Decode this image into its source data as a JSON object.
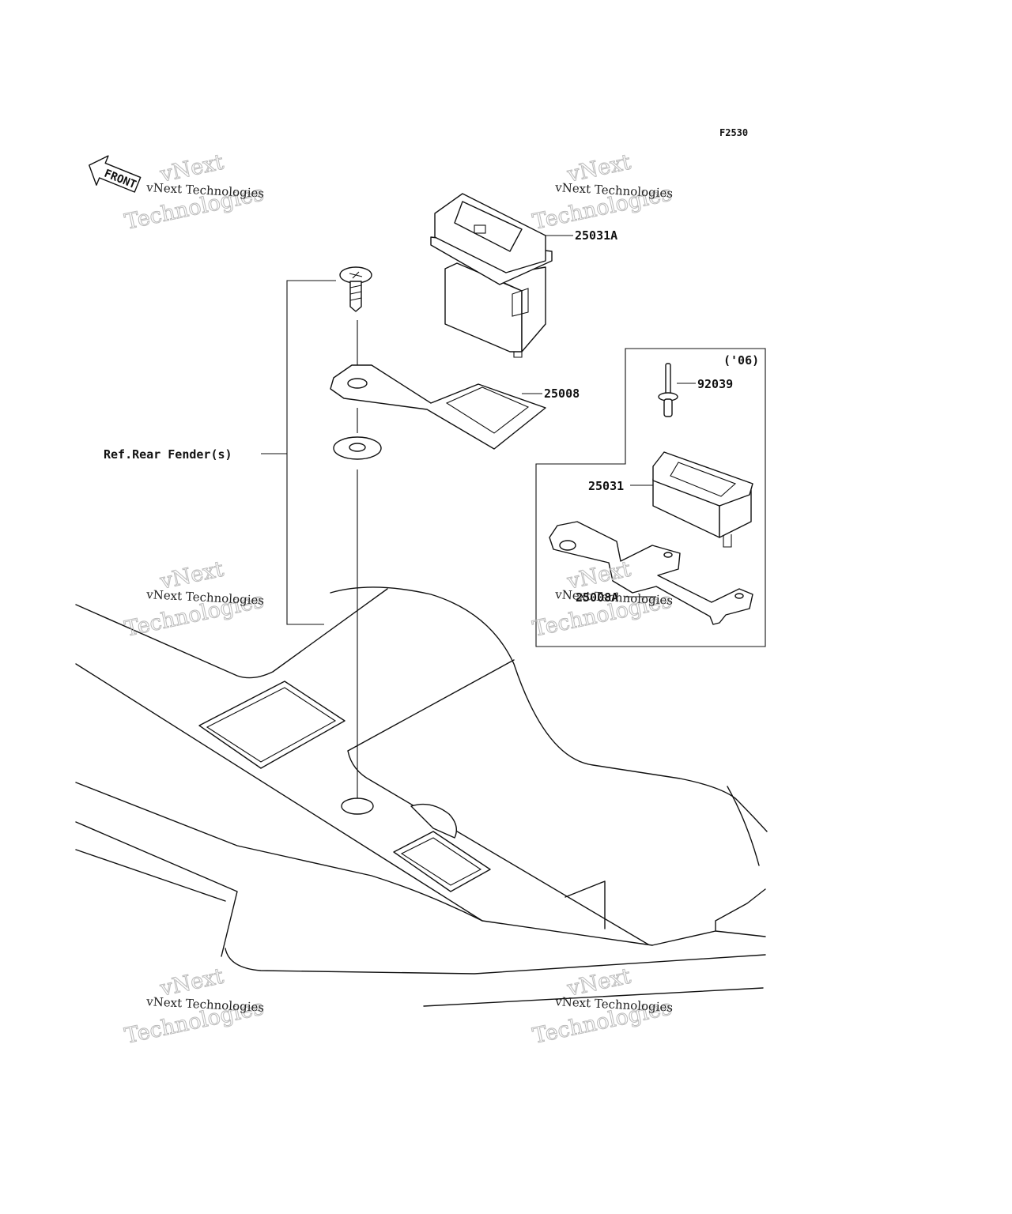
{
  "figure_code": "F2530",
  "front_label": "FRONT",
  "year_note": "('06)",
  "parts": {
    "p25031A": "25031A",
    "p25008": "25008",
    "p92039": "92039",
    "p25031": "25031",
    "p25008A": "25008A"
  },
  "reference_label": "Ref.Rear Fender(s)",
  "watermark": {
    "line1": "vNext Technologies",
    "line2": "vNext",
    "line3": "Technologies"
  }
}
